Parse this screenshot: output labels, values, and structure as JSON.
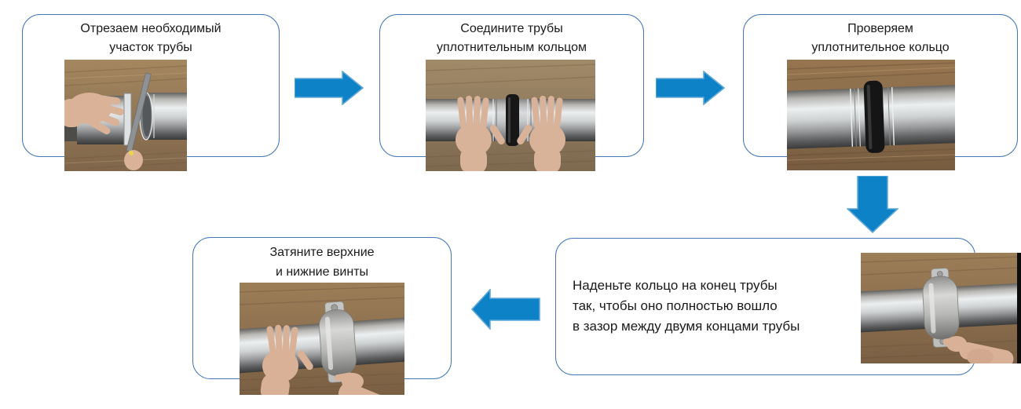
{
  "diagram": {
    "background_color": "#ffffff",
    "box_border_color": "#4377b8",
    "arrow_fill_color": "#0d82c6",
    "arrow_edge_color": "#62a9d8",
    "text_color": "#1a1a1a",
    "steps": [
      {
        "id": 1,
        "label": "Отрезаем необходимый\nучасток трубы",
        "photo": "hand holding metal pipe while cutting section with file on wooden table"
      },
      {
        "id": 2,
        "label": "Соедините трубы\nуплотнительным кольцом",
        "photo": "two hands pressing pipes together with black sealing ring on wooden table"
      },
      {
        "id": 3,
        "label": "Проверяем\nуплотнительное кольцо",
        "photo": "close-up of pipe joint with black sealing ring on wooden table"
      },
      {
        "id": 4,
        "label": "Наденьте кольцо на конец трубы\nтак, чтобы оно полностью вошло\nв зазор между двумя концами трубы",
        "photo": "hands fitting metal clamp coupling over pipe joint"
      },
      {
        "id": 5,
        "label": "Затяните верхние\nи нижние винты",
        "photo": "hands tightening top and bottom screws of pipe clamp"
      }
    ],
    "connectors": [
      {
        "from": 1,
        "to": 2,
        "icon": "arrow-right-icon"
      },
      {
        "from": 2,
        "to": 3,
        "icon": "arrow-right-icon"
      },
      {
        "from": 3,
        "to": 4,
        "icon": "arrow-down-icon"
      },
      {
        "from": 4,
        "to": 5,
        "icon": "arrow-left-icon"
      }
    ]
  }
}
